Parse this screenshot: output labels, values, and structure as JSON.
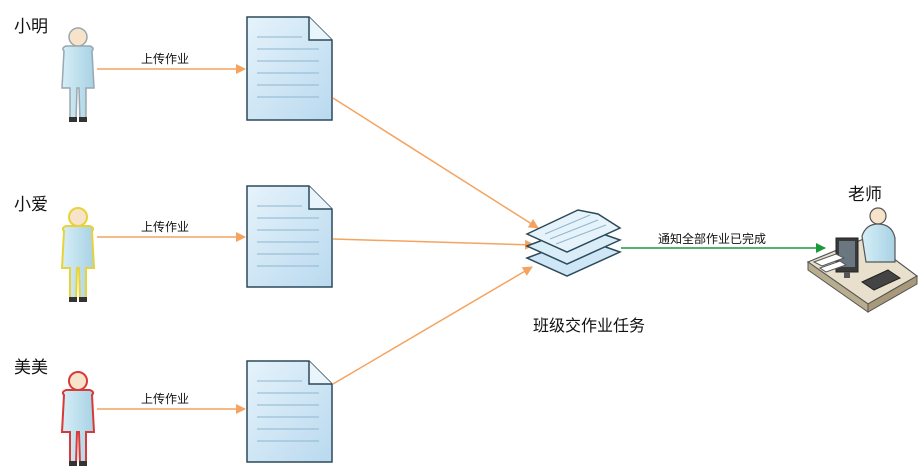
{
  "students": [
    {
      "name": "小明",
      "edge_label": "上传作业",
      "outline": "#9aa7b0"
    },
    {
      "name": "小爱",
      "edge_label": "上传作业",
      "outline": "#e8d23a"
    },
    {
      "name": "美美",
      "edge_label": "上传作业",
      "outline": "#d83a3a"
    }
  ],
  "task": {
    "label": "班级交作业任务"
  },
  "teacher": {
    "label": "老师"
  },
  "notify": {
    "label": "通知全部作业已完成"
  },
  "colors": {
    "person_fill": "#bfe3f0",
    "document_fill": "#cfe6f6",
    "upload_arrow": "#f4a460",
    "notify_arrow": "#1a9a3a"
  },
  "icons": [
    "person-icon",
    "document-icon",
    "stacked-documents-icon",
    "teacher-at-desk-icon"
  ]
}
